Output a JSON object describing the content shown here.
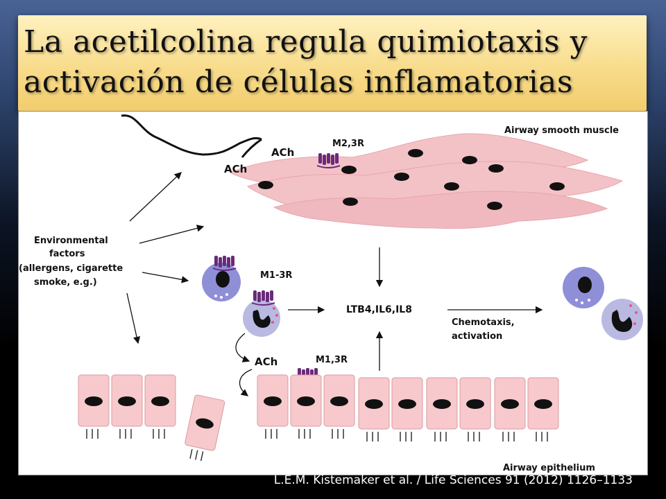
{
  "slide": {
    "title_line1": "La acetilcolina regula quimiotaxis y",
    "title_line2": "activación de células inflamatorias",
    "citation": "L.E.M. Kistemaker et al. / Life Sciences 91 (2012) 1126–1133"
  },
  "diagram": {
    "airway_smooth_muscle": "Airway smooth muscle",
    "airway_epithelium": "Airway epithelium",
    "ach_top_1": "ACh",
    "ach_top_2": "ACh",
    "ach_bottom": "ACh",
    "m23r": "M2,3R",
    "m13r_cells": "M1-3R",
    "m13r_epi": "M1,3R",
    "env_line1": "Environmental",
    "env_line2": "factors",
    "env_line3": "(allergens, cigarette",
    "env_line4": "smoke, e.g.)",
    "mediators": "LTB4,IL6,IL8",
    "chemo_line1": "Chemotaxis,",
    "chemo_line2": "activation"
  },
  "colors": {
    "cell_pink": "#f7c9cc",
    "muscle_pink": "#f3c2c7",
    "eosinophil": "#8f8fd8",
    "receptor_purple": "#6a2a7a",
    "title_bg": "#f8dc8c"
  }
}
